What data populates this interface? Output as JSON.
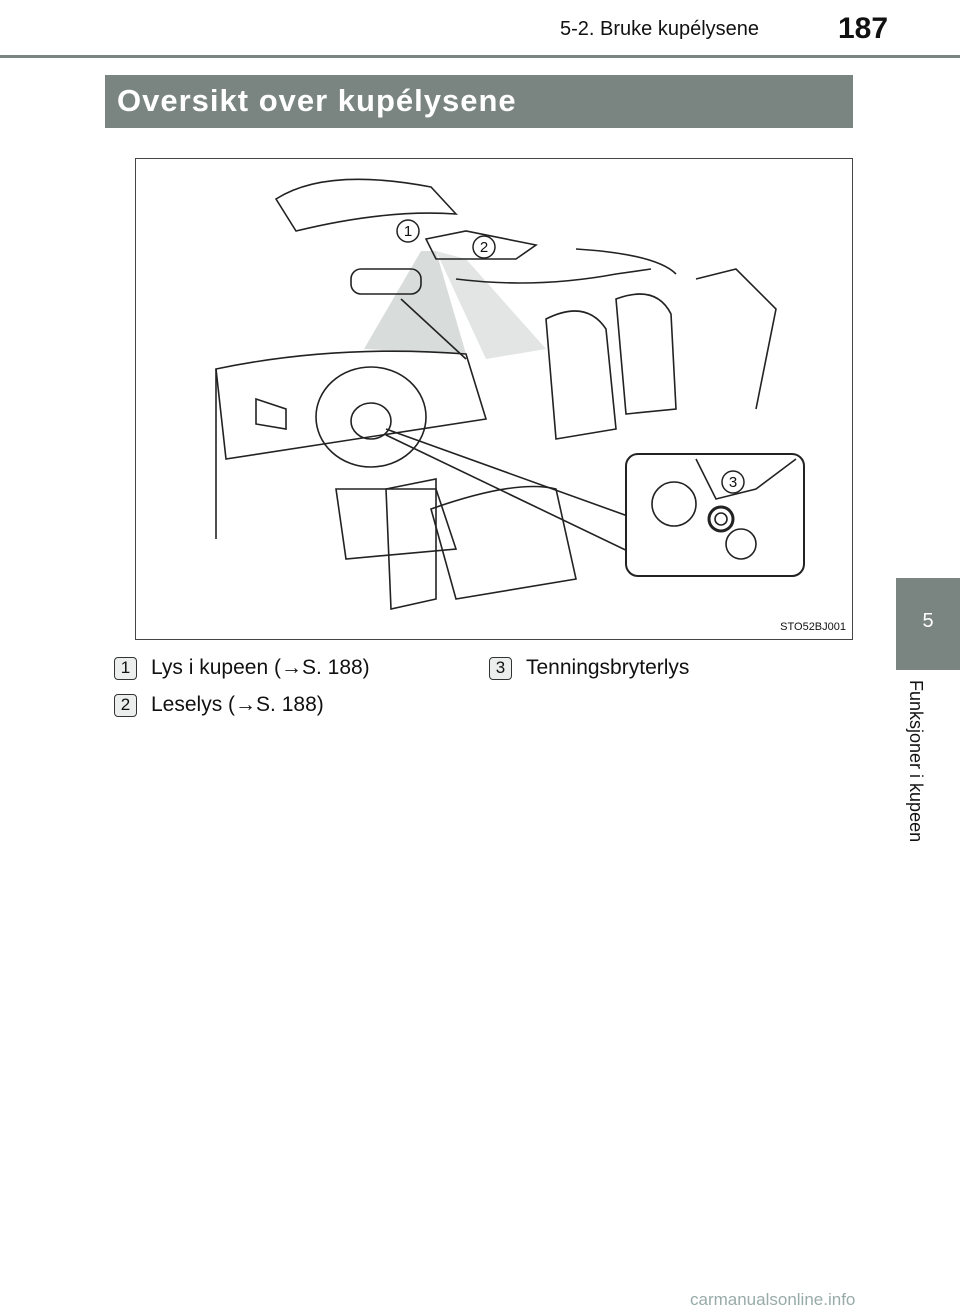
{
  "header": {
    "section": "5-2. Bruke kupélysene",
    "page_number": "187"
  },
  "title": "Oversikt over kupélysene",
  "figure": {
    "code": "STO52BJ001",
    "callouts": [
      "1",
      "2",
      "3"
    ]
  },
  "side_tab": {
    "chapter_number": "5",
    "chapter_label": "Funksjoner i kupeen"
  },
  "legend": [
    {
      "num": "1",
      "text": "Lys i kupeen (→S. 188)"
    },
    {
      "num": "2",
      "text": "Leselys (→S. 188)"
    },
    {
      "num": "3",
      "text": "Tenningsbryterlys"
    }
  ],
  "watermark": "carmanualsonline.info"
}
